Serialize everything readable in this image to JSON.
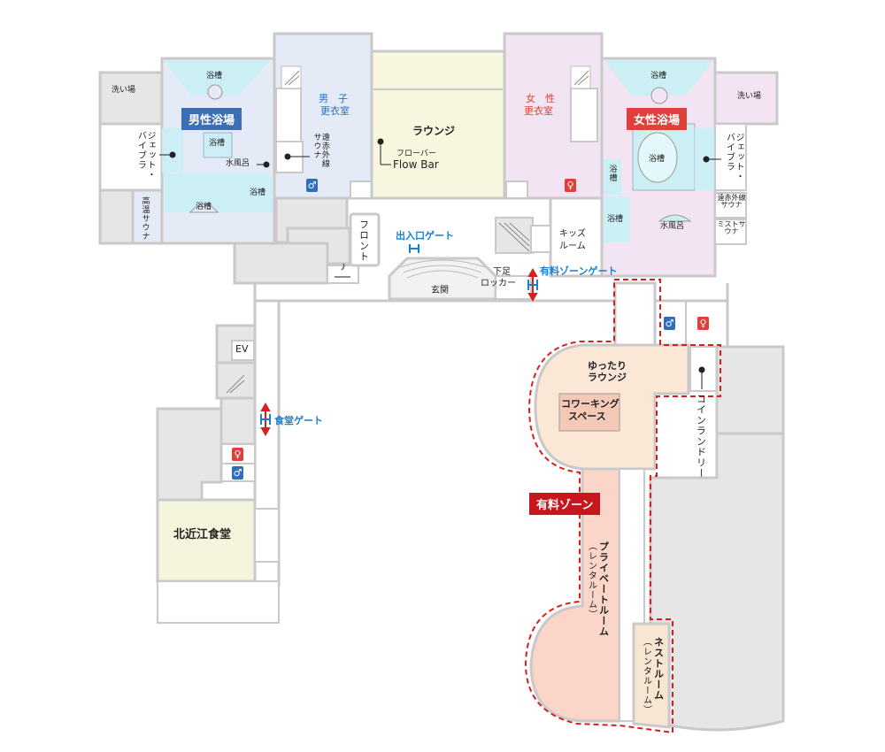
{
  "colors": {
    "wall": "#c9c9c9",
    "corridor": "#ffffff",
    "men_area": "#e4ebf7",
    "women_area": "#f2e4f2",
    "bath_water": "#cceef5",
    "lounge": "#f7f7e0",
    "paid_lounge": "#fbe7d6",
    "private_room": "#fcd5c9",
    "nest_room": "#f7e7d2",
    "dining": "#f5f5dd",
    "men_badge": "#3a6eb5",
    "women_badge": "#e0403a",
    "paid_badge": "#c7161e",
    "gate": "#1a7fd0",
    "gate_arrow": "#d81e1e",
    "paid_border": "#d81e1e"
  },
  "mens_bath": {
    "badge": "男性浴場",
    "wash": "洗い場",
    "tub_top": "浴槽",
    "tub_center": "浴槽",
    "tub_bottom": "浴槽",
    "tub_right": "浴槽",
    "jet": "ジェット・バイブラ",
    "mizuburo": "水風呂",
    "high_temp_sauna": "高温サウナ"
  },
  "mens_locker": {
    "title": "男　子",
    "subtitle": "更衣室",
    "ir_sauna": "遠赤外線サウナ"
  },
  "lounge": {
    "title": "ラウンジ",
    "flow_bar_kana": "フローバー",
    "flow_bar": "Flow Bar"
  },
  "womens_locker": {
    "title": "女　性",
    "subtitle": "更衣室"
  },
  "womens_bath": {
    "badge": "女性浴場",
    "wash": "洗い場",
    "tub_top": "浴槽",
    "tub_center": "浴槽",
    "tub_left_top": "浴槽",
    "tub_left": "浴槽",
    "jet": "ジェット・バイブラ",
    "mizuburo": "水風呂",
    "ir_sauna": "遠赤外線サウナ",
    "mist_sauna": "ミストサウナ"
  },
  "entrance": {
    "front": "フロント",
    "gate": "出入口ゲート",
    "genkan": "玄関",
    "shoe_locker_1": "下足",
    "shoe_locker_2": "ロッカー",
    "kids_room_1": "キッズ",
    "kids_room_2": "ルーム",
    "paid_gate": "有料ゾーンゲート"
  },
  "west_wing": {
    "ev": "EV",
    "dining_gate": "食堂ゲート",
    "dining": "北近江食堂"
  },
  "paid_zone": {
    "badge": "有料ゾーン",
    "relax_lounge_1": "ゆったり",
    "relax_lounge_2": "ラウンジ",
    "coworking_1": "コワーキング",
    "coworking_2": "スペース",
    "laundry": "コインランドリー",
    "private_room": "プライベートルーム",
    "private_room_sub": "（レンタルーム）",
    "nest_room": "ネストルーム",
    "nest_room_sub": "（レンタルーム）"
  },
  "icons": {
    "toilet_men": "man-toilet-icon",
    "toilet_women": "woman-toilet-icon",
    "smoking": "smoking-icon",
    "stairs": "stairs-icon",
    "gate_arrow": "double-arrow-icon"
  }
}
